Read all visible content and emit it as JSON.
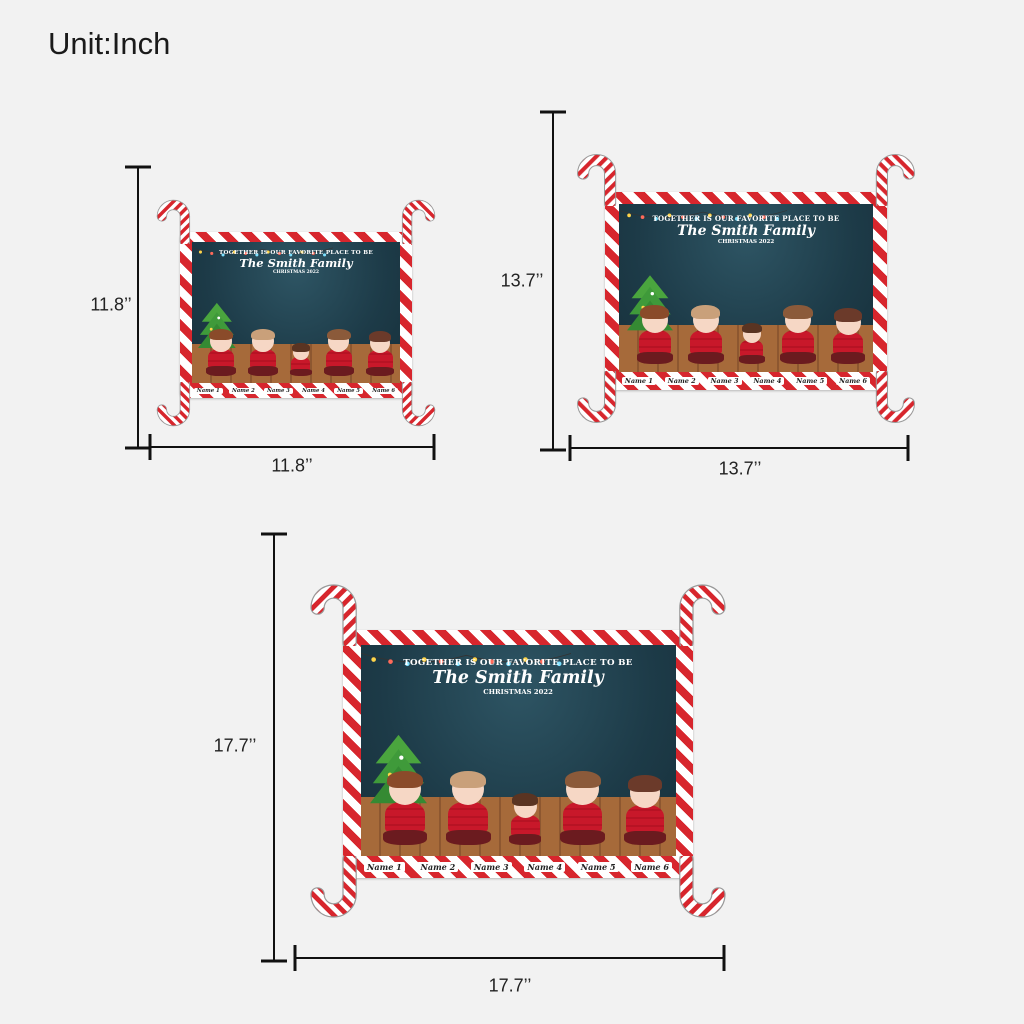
{
  "unit_title": "Unit:Inch",
  "sizes": [
    {
      "id": "small",
      "height_label": "11.8’’",
      "width_label": "11.8’’"
    },
    {
      "id": "medium",
      "height_label": "13.7’’",
      "width_label": "13.7’’"
    },
    {
      "id": "large",
      "height_label": "17.7’’",
      "width_label": "17.7’’"
    }
  ],
  "design": {
    "tagline": "TOGETHER IS OUR FAVORITE PLACE TO BE",
    "family_name": "The Smith Family",
    "year_text": "CHRISTMAS 2022",
    "names": [
      "Name 1",
      "Name 2",
      "Name 3",
      "Name 4",
      "Name 5",
      "Name 6"
    ]
  },
  "colors": {
    "cane_red": "#d7262d",
    "background": "#f2f2f2",
    "scene": "#1d3b48",
    "sweater": "#c8182a"
  }
}
